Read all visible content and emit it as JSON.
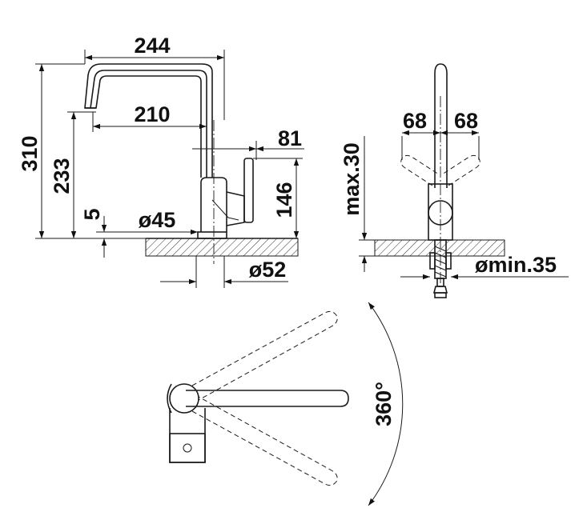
{
  "drawing": {
    "side_view": {
      "width_244": "244",
      "reach_210": "210",
      "handle_81": "81",
      "height_310": "310",
      "height_233": "233",
      "height_146": "146",
      "thickness_5": "5",
      "base_diameter": "ø45",
      "hole_diameter": "ø52"
    },
    "front_view": {
      "handle_left": "68",
      "handle_right": "68",
      "max_thickness": "max.30",
      "min_hole": "ømin.35"
    },
    "top_view": {
      "rotation": "360°"
    }
  }
}
